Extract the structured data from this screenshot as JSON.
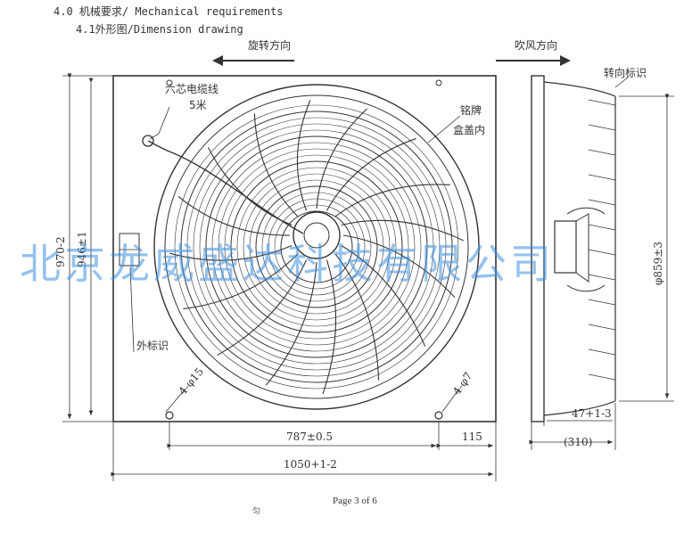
{
  "header": {
    "section": "4.0  机械要求/ Mechanical requirements",
    "subsection": "4.1外形图/Dimension drawing"
  },
  "front_view": {
    "rotation_label": "旋转方向",
    "cable_label": "六芯电缆线",
    "cable_length": "5米",
    "nameplate_line1": "铭牌",
    "nameplate_line2": "盒盖内",
    "outer_label": "外标识",
    "hole_large": "4-φ15",
    "hole_small": "4-φ7",
    "dim_outer_height": "970-2",
    "dim_inner_height": "946±1",
    "dim_hole_spacing": "787±0.5",
    "dim_hole_edge": "115",
    "dim_total_width": "1050+1-2"
  },
  "side_view": {
    "airflow_label": "吹风方向",
    "rotation_mark_label": "转向标识",
    "dim_diameter": "φ859±3",
    "dim_47": "47+1-3",
    "dim_depth": "(310)"
  },
  "watermark": "北京龙威盛达科技有限公司",
  "footer": {
    "page": "Page 3 of 6",
    "mark": "匀"
  }
}
